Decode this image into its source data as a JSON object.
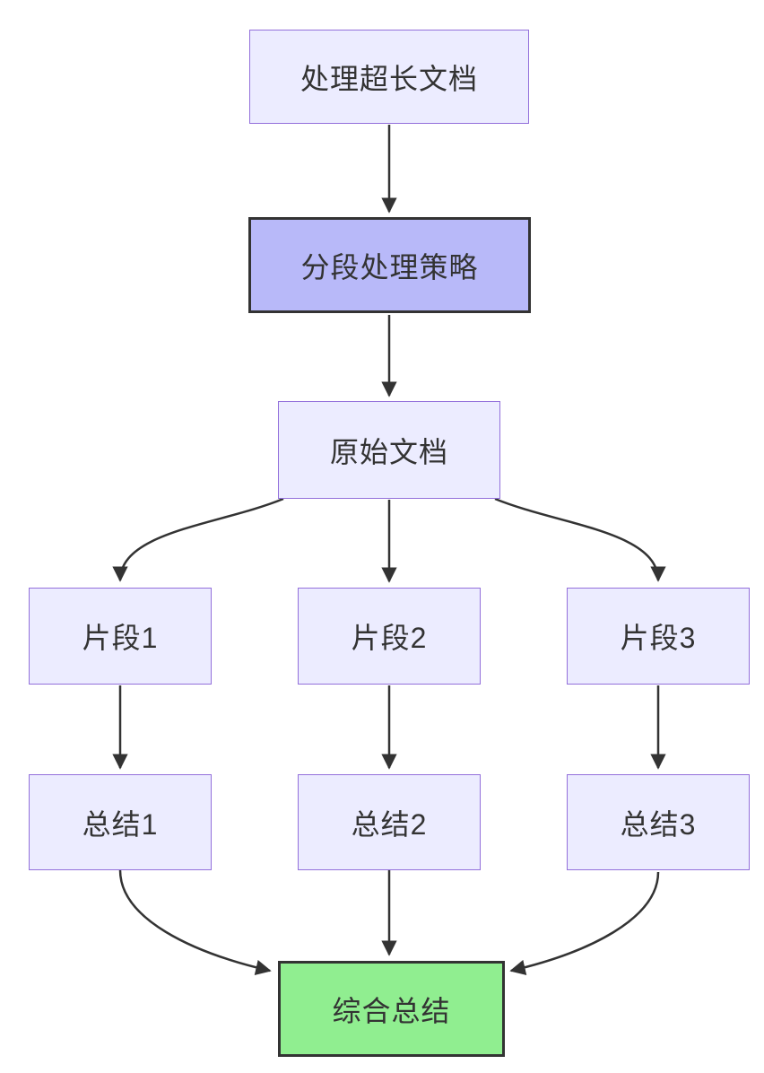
{
  "diagram": {
    "kind": "flowchart",
    "direction": "top-down",
    "nodes": [
      {
        "id": "A",
        "label": "处理超长文档",
        "style": "default"
      },
      {
        "id": "B",
        "label": "分段处理策略",
        "style": "emphasis"
      },
      {
        "id": "C",
        "label": "原始文档",
        "style": "default"
      },
      {
        "id": "D1",
        "label": "片段1",
        "style": "default"
      },
      {
        "id": "D2",
        "label": "片段2",
        "style": "default"
      },
      {
        "id": "D3",
        "label": "片段3",
        "style": "default"
      },
      {
        "id": "E1",
        "label": "总结1",
        "style": "default"
      },
      {
        "id": "E2",
        "label": "总结2",
        "style": "default"
      },
      {
        "id": "E3",
        "label": "总结3",
        "style": "default"
      },
      {
        "id": "F",
        "label": "综合总结",
        "style": "success"
      }
    ],
    "edges": [
      {
        "from": "A",
        "to": "B"
      },
      {
        "from": "B",
        "to": "C"
      },
      {
        "from": "C",
        "to": "D1"
      },
      {
        "from": "C",
        "to": "D2"
      },
      {
        "from": "C",
        "to": "D3"
      },
      {
        "from": "D1",
        "to": "E1"
      },
      {
        "from": "D2",
        "to": "E2"
      },
      {
        "from": "D3",
        "to": "E3"
      },
      {
        "from": "E1",
        "to": "F"
      },
      {
        "from": "E2",
        "to": "F"
      },
      {
        "from": "E3",
        "to": "F"
      }
    ],
    "colors": {
      "node_fill": "#ECECFF",
      "node_border": "#9370DB",
      "emphasis_fill": "#B8B9F9",
      "emphasis_border": "#333333",
      "success_fill": "#90EE90",
      "success_border": "#333333",
      "edge": "#333333",
      "text": "#333333",
      "canvas_bg": "#FFFFFF"
    }
  }
}
